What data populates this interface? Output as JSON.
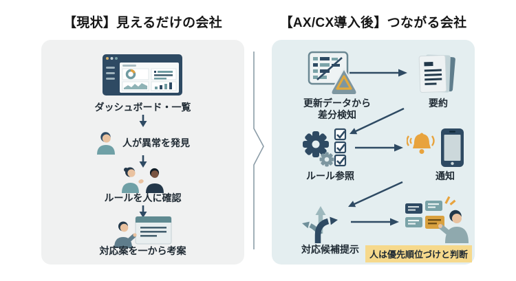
{
  "diagram": {
    "left": {
      "title": "【現状】見えるだけの会社",
      "steps": [
        {
          "icon": "dashboard-icon",
          "label": "ダッシュボード・一覧"
        },
        {
          "icon": "person-icon",
          "label": "人が異常を発見"
        },
        {
          "icon": "two-people-icon",
          "label": "ルールを人に確認"
        },
        {
          "icon": "person-document-icon",
          "label": "対応案を一から考案"
        }
      ]
    },
    "right": {
      "title": "【AX/CX導入後】つながる会社",
      "nodes": [
        {
          "icon": "table-alert-icon",
          "label_line1": "更新データから",
          "label_line2": "差分検知"
        },
        {
          "icon": "summary-document-icon",
          "label": "要約"
        },
        {
          "icon": "gears-checklist-icon",
          "label": "ルール参照"
        },
        {
          "icon": "bell-phone-icon",
          "label": "通知"
        },
        {
          "icon": "branching-arrows-icon",
          "label": "対応候補提示"
        },
        {
          "icon": "person-cards-icon",
          "label": "人は優先順位づけと判断",
          "highlighted": true
        }
      ]
    },
    "colors": {
      "navy": "#2e4a63",
      "teal": "#7aa3a8",
      "slate": "#7d96a0",
      "orange": "#e3a33d",
      "skin": "#e9c2a0",
      "left_panel_bg": "#f0f1f1",
      "right_panel_bg": "#e4eef0",
      "highlight_bg": "#f6d98c",
      "text": "#1b1b1b"
    }
  }
}
